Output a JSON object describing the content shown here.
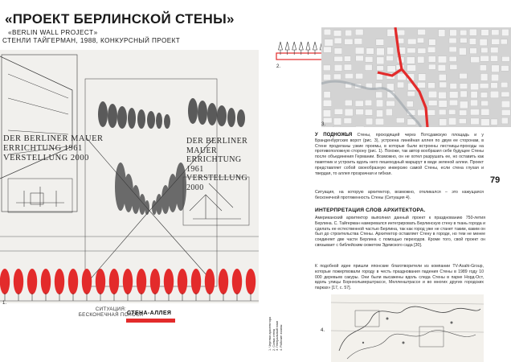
{
  "header": {
    "title": "«ПРОЕКТ БЕРЛИНСКОЙ СТЕНЫ»",
    "subtitle_en": "«BERLIN WALL PROJECT»",
    "subtitle_author": "СТЕНЛИ ТАЙГЕРМАН, 1988, КОНКУРСНЫЙ ПРОЕКТ"
  },
  "page_number": "79",
  "figures": {
    "fig1": "1.",
    "fig2": "2.",
    "fig3": "3.",
    "fig4": "4."
  },
  "drawing_inscriptions": {
    "left": [
      "DER BERLINER MAUER",
      "ERRICHTUNG 1961",
      "VERSTELLUNG 2000"
    ],
    "right": [
      "DER BERLINER MAUER",
      "ERRICHTUNG 1961",
      "VERSTELLUNG 2000"
    ]
  },
  "captions": {
    "situation": "СИТУАЦИЯ:",
    "infinite_strip": "БЕСКОНЕЧНАЯ ПОЛОСА",
    "wall_alley": "СТЕНА-АЛЛЕЯ"
  },
  "legend": [
    "1. Чертежи архитектора",
    "2. Схема стены",
    "3. Генеральный план",
    "4. Рабочие эскизы"
  ],
  "article": {
    "intro_lead": "У ПОДНОЖЬЯ",
    "intro_text": "Стены, проходящей через Потсдамскую площадь и у Бранденбургских ворот (рис. 3), устроена линейная аллея по двум ее сторонам, в Стене проделаны узкие проемы, в которые были встроены лестницы-проходы на противоположную сторону (рис. 1). Похоже, так автор вообразил себе будущее Стены после объединения Германии. Возможно, он не хотел разрушать ее, но оставить как памятник и устроить вдоль него пешеходный маршрут в виде зеленой аллеи. Проект представляет собой своеобразную инверсию самой Стены, если стена глухая и твердая, то аллея прозрачная и гибкая.",
    "intro_text_2": "Ситуация, на которую архитектор, возможно, откликался – это кажущаяся бесконечной протяженность Стены (Ситуация 4).",
    "section_heading": "ИНТЕРПРЕТАЦИЯ СЛОВ АРХИТЕКТОРА.",
    "section_text": "Американский архитектор выполнил данный проект к празднованию 750-летия Берлина. С. Тайгерман намеревался интегрировать Берлинскую стену в ткань города и сделать ее естественной частью Берлина, так как город уже не станет таким, каким он был до строительства Стены. Архитектор оставляет Стену в городе, но тем не менее соединяет две части Берлина с помощью переходов. Кроме того, свой проект он связывает с библейским сюжетом Эдемского сада [30].",
    "section_text_2": "К подобной идее пришли японские благотворители из компании TV-Asahi-Group, которые пожертвовали городу в честь празднования падения Стены в 1989 году 10 000 деревьев сакуры. Они были высажены вдоль следа Стены в парке Норд-Ост, вдоль улицы Борнхольмерштрассе, Мелленштрассе и во многих других городских парках» [17, c. 57]."
  },
  "colors": {
    "accent_red": "#e32b2b",
    "text_dark": "#1a1a1a",
    "map_gray": "#c9c9c9"
  }
}
